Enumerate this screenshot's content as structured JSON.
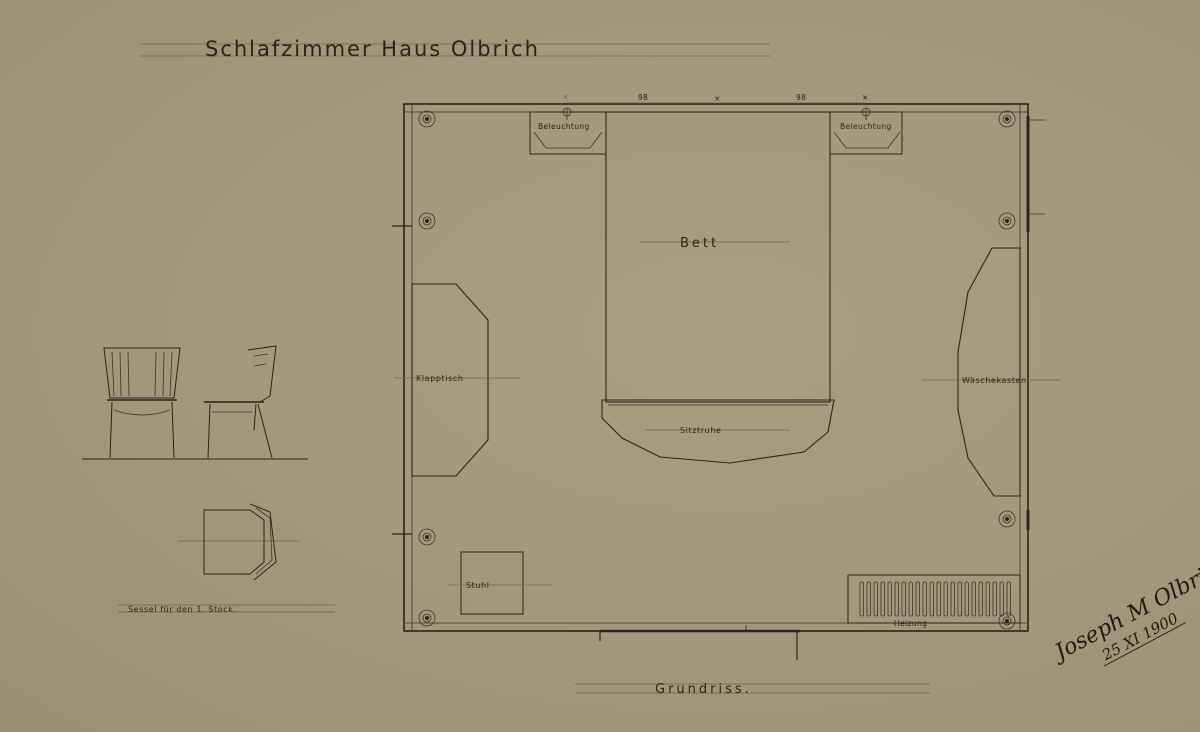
{
  "title": "Schlafzimmer   Haus Olbrich",
  "plan_caption": "Grundriss.",
  "chair_caption": "Sessel für den 1. Stock.",
  "dimensions": {
    "left": "98",
    "right": "98",
    "separator": "×"
  },
  "room_labels": {
    "bett": "Bett",
    "sitztruhe": "Sitztruhe",
    "klapptisch": "Klapptisch",
    "waeschekasten": "Wäschekasten",
    "beleuchtung_left": "Beleuchtung",
    "beleuchtung_right": "Beleuchtung",
    "stuhl": "Stuhl",
    "heizung": "Heizung"
  },
  "signature": {
    "name": "Joseph M. Olbrich",
    "date": "25 XI 1900",
    "style": "handwritten"
  },
  "colors": {
    "paper": "#a89a7e",
    "ink": "#2a241d"
  }
}
